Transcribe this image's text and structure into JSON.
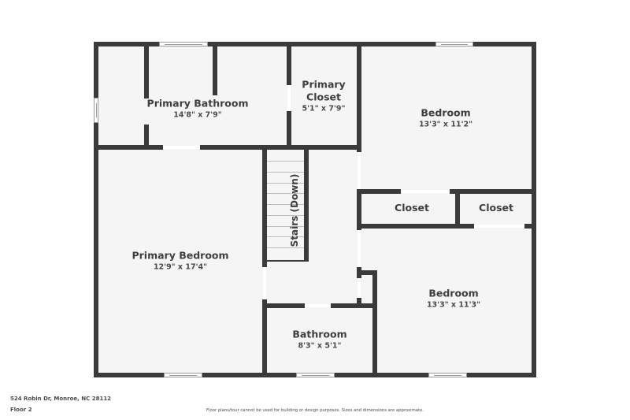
{
  "plan": {
    "address": "524 Robin Dr, Monroe, NC 28112",
    "floor_label": "Floor 2",
    "disclaimer": "Floor plans/tour cannot be used for building or design purposes. Sizes and dimensions are approximate.",
    "colors": {
      "wall": "#3a3a3a",
      "floor": "#f5f5f5",
      "background": "#ffffff",
      "text": "#3e3e3e"
    }
  },
  "rooms": {
    "primary_bathroom": {
      "name": "Primary Bathroom",
      "dims": "14'8\" x 7'9\""
    },
    "primary_closet": {
      "name_line1": "Primary",
      "name_line2": "Closet",
      "dims": "5'1\" x 7'9\""
    },
    "bedroom_top": {
      "name": "Bedroom",
      "dims": "13'3\" x 11'2\""
    },
    "closet_left": {
      "name": "Closet"
    },
    "closet_right": {
      "name": "Closet"
    },
    "primary_bedroom": {
      "name": "Primary Bedroom",
      "dims": "12'9\" x 17'4\""
    },
    "stairs": {
      "name": "Stairs (Down)"
    },
    "bedroom_bottom": {
      "name": "Bedroom",
      "dims": "13'3\" x 11'3\""
    },
    "bathroom": {
      "name": "Bathroom",
      "dims": "8'3\" x 5'1\""
    }
  }
}
